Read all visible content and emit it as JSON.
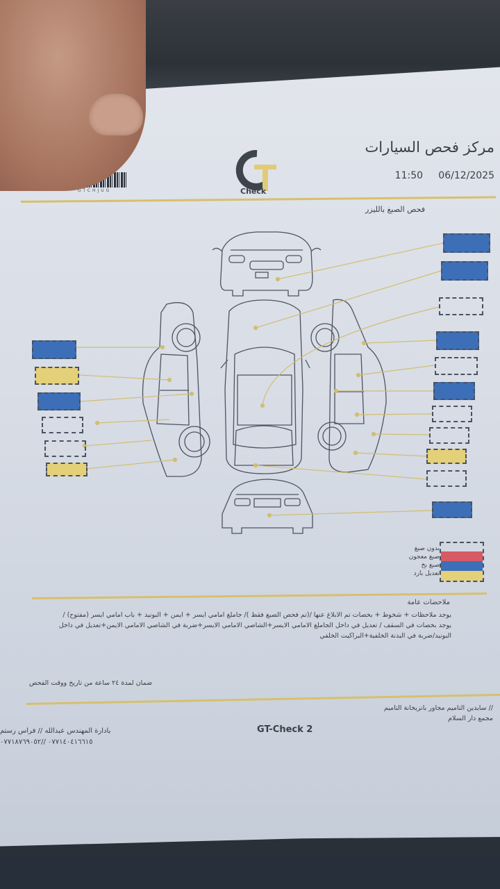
{
  "document": {
    "center_name": "مركز فحص السيارات",
    "date": "06/12/2025",
    "time": "11:50",
    "brand_script": "Check",
    "barcode_text": "GTCHJUG",
    "logo": {
      "letters": "GT",
      "caption": "Check"
    },
    "section_title": "فحص الصبغ بالليزر"
  },
  "diagram": {
    "views": [
      "front",
      "top",
      "left-side",
      "right-side",
      "rear"
    ],
    "right_panels": [
      {
        "status": "paint_sprayed",
        "color": "#3c6fb8",
        "part": "front bumper"
      },
      {
        "status": "paint_sprayed",
        "color": "#3c6fb8",
        "part": "hood"
      },
      {
        "status": "no_paint",
        "color": "none",
        "part": "roof"
      },
      {
        "status": "paint_sprayed",
        "color": "#3c6fb8",
        "part": "right front fender"
      },
      {
        "status": "no_paint",
        "color": "none",
        "part": "right front door"
      },
      {
        "status": "paint_sprayed",
        "color": "#3c6fb8",
        "part": "right pillar"
      },
      {
        "status": "no_paint",
        "color": "none",
        "part": "right rear door"
      },
      {
        "status": "no_paint",
        "color": "none",
        "part": "right rear quarter"
      },
      {
        "status": "cold_repair",
        "color": "#e4d079",
        "part": "right rear lower"
      },
      {
        "status": "no_paint",
        "color": "none",
        "part": "trunk"
      },
      {
        "status": "paint_sprayed",
        "color": "#3c6fb8",
        "part": "rear bumper"
      }
    ],
    "left_panels": [
      {
        "status": "paint_sprayed",
        "color": "#3c6fb8",
        "part": "left front fender"
      },
      {
        "status": "cold_repair",
        "color": "#e4d079",
        "part": "left front door"
      },
      {
        "status": "paint_sprayed",
        "color": "#3c6fb8",
        "part": "left pillar"
      },
      {
        "status": "no_paint",
        "color": "none",
        "part": "left rear door"
      },
      {
        "status": "no_paint",
        "color": "none",
        "part": "left rear quarter"
      },
      {
        "status": "cold_repair",
        "color": "#e4d079",
        "part": "left rear lower"
      }
    ]
  },
  "legend": [
    {
      "label": "بدون صبغ",
      "color": "none"
    },
    {
      "label": "صبغ معجون",
      "color": "#d85a63"
    },
    {
      "label": "صبغ بخ",
      "color": "#3c6fb8"
    },
    {
      "label": "تعديل بارد",
      "color": "#e4d079"
    }
  ],
  "notes": {
    "heading": "ملاحضات عامة",
    "body": "يوجد ملاحظات + شخوط + بخصات تم الابلاغ عنها /(تم فحص الصبغ فقط )/ جاملغ امامي ايسر + ايمن + البونيد + باب امامي ايسر (مفتوح) / يوجد بخصات في السقف / تعديل في داخل الجاملغ الامامي الايسر+الشاصي الامامي الايسر+ضربة في الشاصي الامامي الايمن+تعديل في داخل البونيد/ضربة في البدنة الخلفية+البراكيت الخلفي"
  },
  "footer": {
    "warranty": "ضمان لمدة ٢٤ ساعة من تاريخ ووقت الفحص",
    "address_line1": "// سايدين التاميم مجاور بانزيخانة التاميم",
    "address_line2": "مجمع دار السلام",
    "branch": "GT-Check 2",
    "management": "بادارة المهندس عبدالله  //  فراس رستم",
    "phones": "٠٧٧١٤٠٤١٦٦١٥ //٠٧٧١٨٧٦٩٠٥٢"
  },
  "colors": {
    "accent_gold": "#d6c06c",
    "spray_blue": "#3c6fb8",
    "cold_yellow": "#e4d079",
    "putty_red": "#d85a63",
    "line_gray": "#4a5160"
  }
}
